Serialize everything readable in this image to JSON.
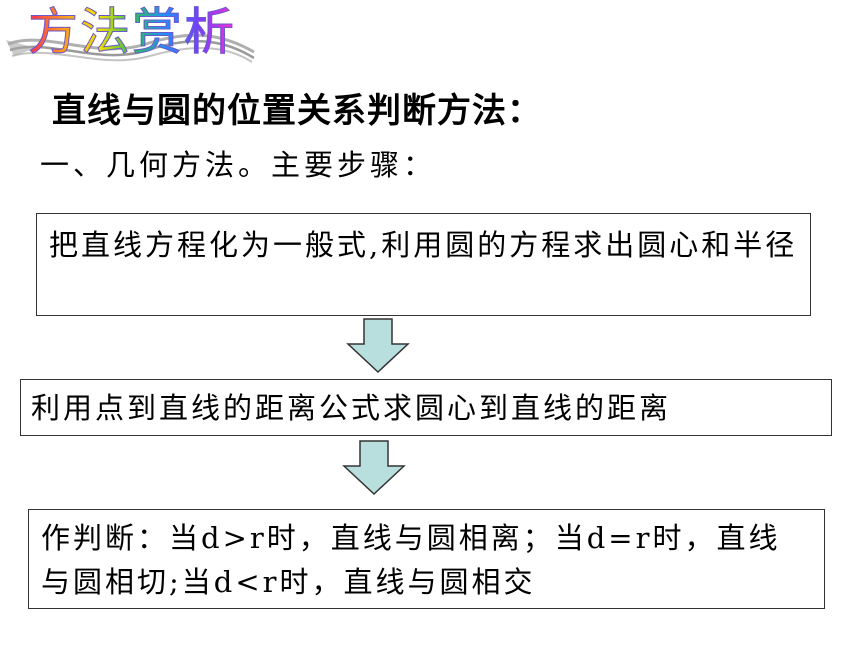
{
  "title_wordart": "方法赏析",
  "heading": "直线与圆的位置关系判断方法：",
  "subheading": "一、几何方法。主要步骤：",
  "steps": [
    "把直线方程化为一般式,利用圆的方程求出圆心和半径",
    "利用点到直线的距离公式求圆心到直线的距离",
    "作判断：当d>r时，直线与圆相离；当d=r时，直线与圆相切;当d<r时，直线与圆相交"
  ],
  "colors": {
    "arrow_fill": "#b9dede",
    "box_border": "#333333",
    "text": "#000000"
  }
}
